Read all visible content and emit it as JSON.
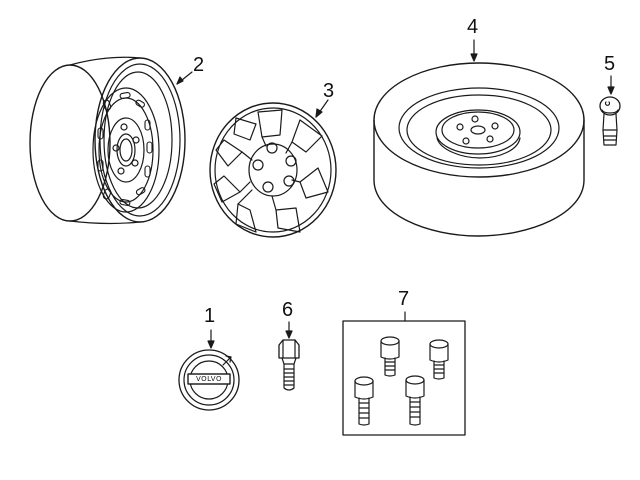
{
  "diagram": {
    "background": "#ffffff",
    "line_color": "#1a1a1a",
    "parts": [
      {
        "callout": "1",
        "icon": "wheel-center-cap-icon",
        "badge_text": "VOLVO"
      },
      {
        "callout": "2",
        "icon": "steel-wheel-rim-icon"
      },
      {
        "callout": "3",
        "icon": "wheel-cover-hubcap-icon"
      },
      {
        "callout": "4",
        "icon": "spare-tire-icon"
      },
      {
        "callout": "5",
        "icon": "valve-stem-icon"
      },
      {
        "callout": "6",
        "icon": "lug-bolt-icon"
      },
      {
        "callout": "7",
        "icon": "locking-bolt-set-icon"
      }
    ]
  }
}
